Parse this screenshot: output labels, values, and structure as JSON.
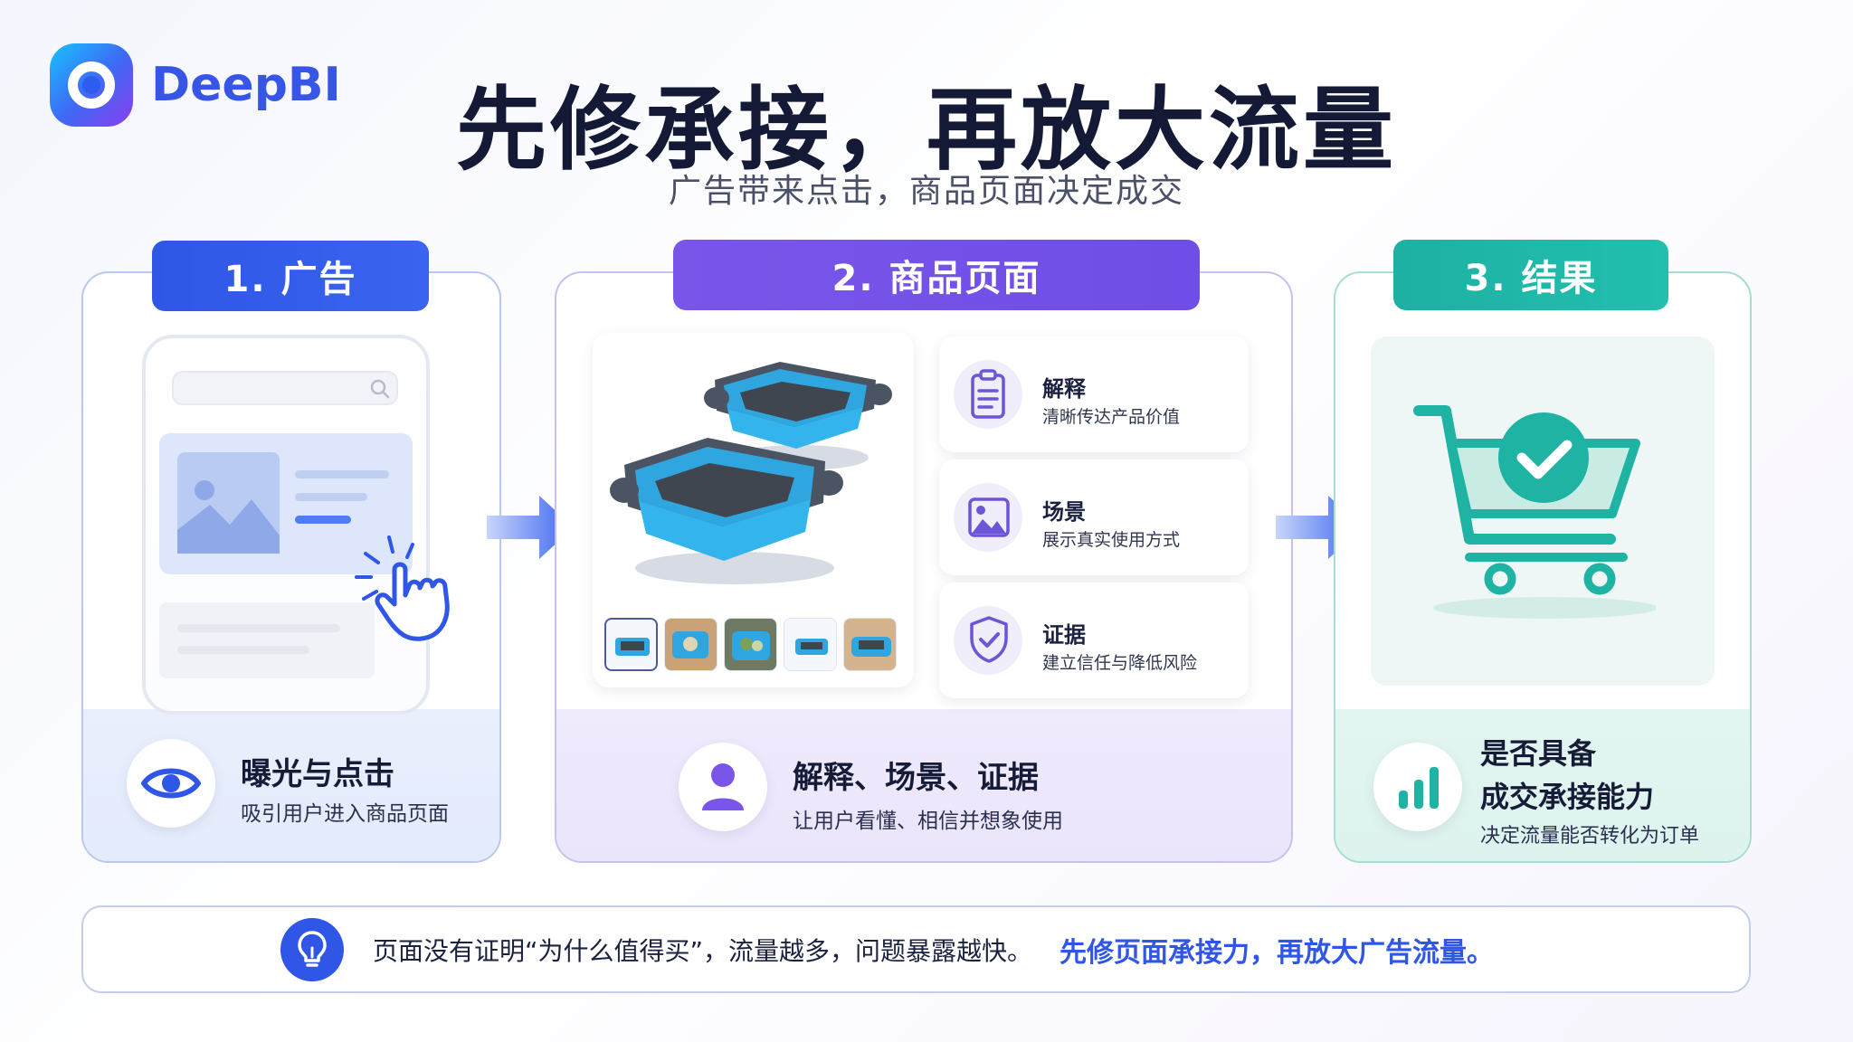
{
  "brand": {
    "name": "DeepBI"
  },
  "header": {
    "title": "先修承接，再放大流量",
    "subtitle": "广告带来点击，商品页面决定成交"
  },
  "steps": [
    {
      "tab": "1. 广告",
      "footer_title": "曝光与点击",
      "footer_desc": "吸引用户进入商品页面",
      "footer_icon": "eye-icon",
      "color": "#2f56e6"
    },
    {
      "tab": "2. 商品页面",
      "features": [
        {
          "title": "解释",
          "desc": "清晰传达产品价值",
          "icon": "clipboard-icon"
        },
        {
          "title": "场景",
          "desc": "展示真实使用方式",
          "icon": "image-icon"
        },
        {
          "title": "证据",
          "desc": "建立信任与降低风险",
          "icon": "shield-check-icon"
        }
      ],
      "footer_title": "解释、场景、证据",
      "footer_desc": "让用户看懂、相信并想象使用",
      "footer_icon": "user-icon",
      "color": "#7a55ea"
    },
    {
      "tab": "3. 结果",
      "footer_title_line1": "是否具备",
      "footer_title_line2": "成交承接能力",
      "footer_desc": "决定流量能否转化为订单",
      "footer_icon": "bar-chart-icon",
      "color": "#1db0a3"
    }
  ],
  "banner": {
    "text": "页面没有证明“为什么值得买”，流量越多，问题暴露越快。",
    "emphasis": "先修页面承接力，再放大广告流量。",
    "icon": "lightbulb-icon"
  }
}
